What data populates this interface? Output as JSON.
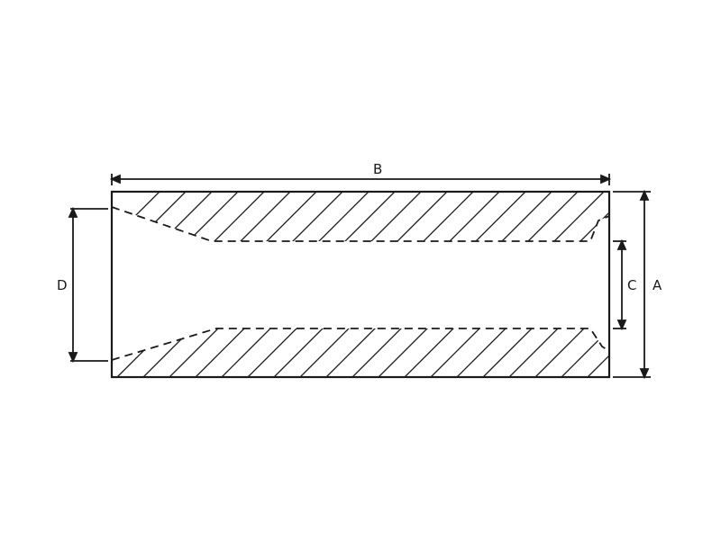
{
  "drawing": {
    "type": "technical-section-drawing",
    "subject": "tapered bushing / sleeve cross-section",
    "line_color": "#1a1a1a",
    "background": "#ffffff"
  },
  "dimensions": {
    "A": {
      "label": "A",
      "meaning": "outer height"
    },
    "B": {
      "label": "B",
      "meaning": "overall length"
    },
    "C": {
      "label": "C",
      "meaning": "inner bore diameter"
    },
    "D": {
      "label": "D",
      "meaning": "taper entry diameter"
    }
  }
}
